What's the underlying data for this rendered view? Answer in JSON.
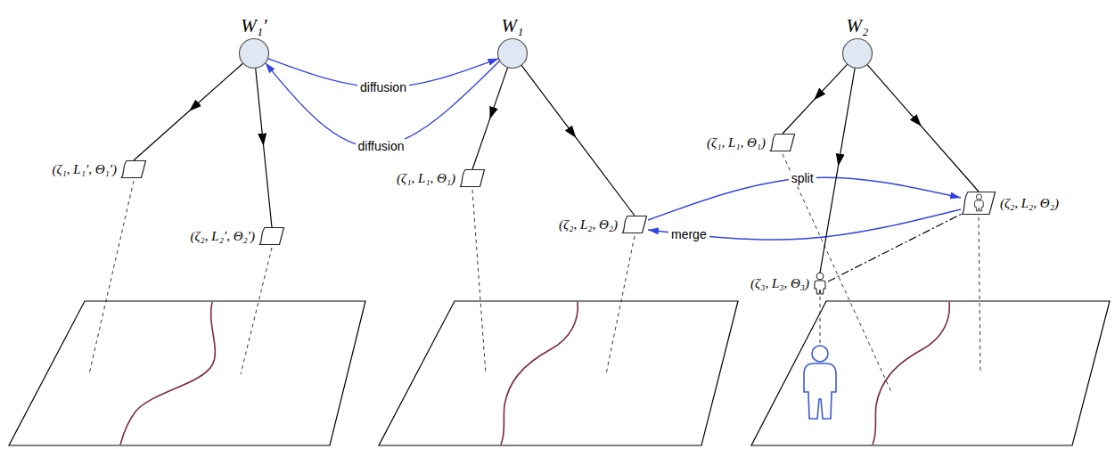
{
  "diagram": {
    "nodes": [
      {
        "text": [
          "W₁′"
        ]
      },
      {
        "text": [
          "(ζ₁, L₁′, Θ₁′)"
        ]
      },
      {
        "text": [
          "(ζ₂, L₂′, Θ₂′)"
        ]
      },
      {
        "text": [
          "W₁"
        ]
      },
      {
        "text": [
          "(ζ₁, L₁, Θ₁)"
        ]
      },
      {
        "text": [
          "(ζ₂, L₂, Θ₂)"
        ]
      },
      {
        "text": [
          "W₂"
        ]
      },
      {
        "text": [
          "(ζ₁, L₁, Θ₁)"
        ]
      },
      {
        "text": [
          "(ζ₃, L₃, Θ₃)"
        ]
      },
      {
        "text": [
          "(ζ₂, L₂, Θ₂)"
        ]
      }
    ],
    "edges": [
      {
        "from": 0,
        "to": 1,
        "arrow": "to"
      },
      {
        "from": 0,
        "to": 2,
        "arrow": "to"
      },
      {
        "from": 0,
        "to": 3,
        "label": "diffusion",
        "arrow": "to"
      },
      {
        "from": 3,
        "to": 0,
        "label": "diffusion",
        "arrow": "to"
      },
      {
        "from": 3,
        "to": 4,
        "arrow": "to"
      },
      {
        "from": 3,
        "to": 5,
        "arrow": "to"
      },
      {
        "from": 5,
        "to": 9,
        "label": "split",
        "arrow": "to"
      },
      {
        "from": 9,
        "to": 5,
        "label": "merge",
        "arrow": "to"
      },
      {
        "from": 6,
        "to": 7,
        "arrow": "to"
      },
      {
        "from": 6,
        "to": 8,
        "arrow": "to"
      },
      {
        "from": 6,
        "to": 9,
        "arrow": "to"
      },
      {
        "from": 8,
        "to": 9,
        "arrow": "none"
      }
    ]
  }
}
